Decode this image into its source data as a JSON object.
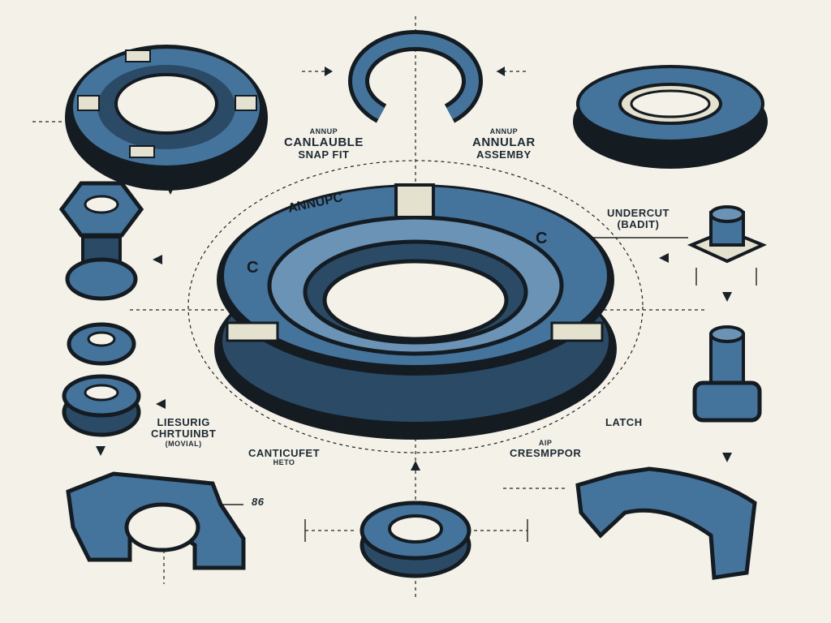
{
  "palette": {
    "background": "#f4f2e8",
    "outline": "#141c22",
    "blue_main": "#44739b",
    "blue_light": "#6a93b6",
    "blue_dark": "#2a4a66",
    "cream": "#e4e2cf"
  },
  "labels": {
    "snap_fit_small": "ANNUP",
    "snap_fit_title": "CANLAUBLE",
    "snap_fit_sub": "SNAP FIT",
    "annular_small": "ANNUP",
    "annular_title": "ANNULAR",
    "annular_sub": "ASSEMBY",
    "undercut_title": "UNDERCUT",
    "undercut_sub": "(BADIT)",
    "main_ring_text": "ANNUPC",
    "main_ring_letter_left": "C",
    "main_ring_letter_right": "C",
    "left_block_1": "LIESURIG",
    "left_block_2": "CHRTUINBT",
    "left_block_3": "(MOVIAL)",
    "cantilever_title": "CANTICUFET",
    "cantilever_sub": "HETO",
    "latch": "LATCH",
    "crossover_small": "AIP",
    "crossover_title": "CRESMPPOR",
    "dimension_86": "86"
  }
}
